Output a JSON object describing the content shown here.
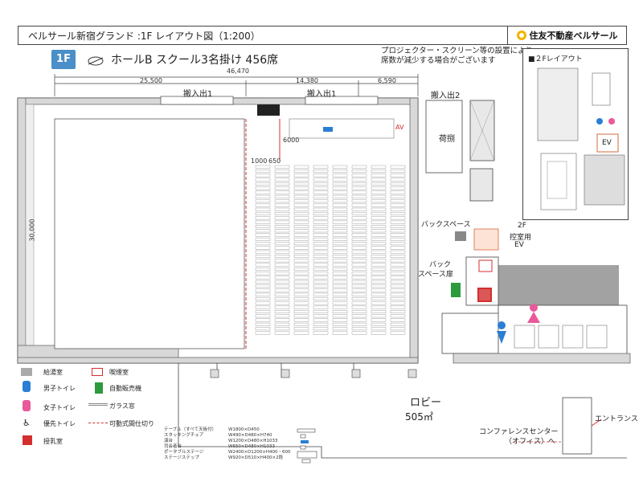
{
  "header": {
    "title": "ベルサール新宿グランド :1F レイアウト図（1:200）",
    "brand": "住友不動産ベルサール"
  },
  "plan": {
    "floor_badge": "1F",
    "hall_title": "ホールB スクール3名掛け 456席",
    "note_line1": "プロジェクター・スクリーン等の設置により",
    "note_line2": "席数が減少する場合がございます",
    "dims": {
      "total": "46,470",
      "seg1": "25,500",
      "seg2": "14,380",
      "seg3": "6,590",
      "height": "30,000",
      "d6000": "6000",
      "d1000": "1000",
      "d650": "650"
    },
    "labels": {
      "load1a": "搬入出1",
      "load1b": "搬入出1",
      "load2": "搬入出2",
      "storage": "荷捌",
      "back_space": "バックスペース",
      "back_door_1": "バック",
      "back_door_2": "スペース扉",
      "ev_1": "2F",
      "ev_2": "控室用",
      "ev_3": "EV",
      "lobby": "ロビー",
      "lobby_area": "505㎡",
      "entrance": "エントランス",
      "conf_1": "コンファレンスセンター",
      "conf_2": "（オフィス）へ",
      "av": "AV"
    }
  },
  "mini_plan": {
    "title": "■２Fレイアウト",
    "ev": "EV"
  },
  "legend": {
    "items": [
      {
        "icon": "kitchen-icon",
        "label": "給湯室"
      },
      {
        "icon": "smoking-icon",
        "label": "喫煙室"
      },
      {
        "icon": "mens-toilet-icon",
        "label": "男子トイレ"
      },
      {
        "icon": "vending-machine-icon",
        "label": "自動販売機"
      },
      {
        "icon": "womens-toilet-icon",
        "label": "女子トイレ"
      },
      {
        "icon": "glass-window-icon",
        "label": "ガラス窓"
      },
      {
        "icon": "accessible-toilet-icon",
        "label": "優先トイレ"
      },
      {
        "icon": "partition-icon",
        "label": "可動式間仕切り"
      },
      {
        "icon": "nursing-room-icon",
        "label": "授乳室"
      }
    ]
  },
  "specs": {
    "names": [
      "テーブル（すべて天板付）",
      "スタッキングチェア",
      "演台",
      "司会者台",
      "ポータブルステージ",
      "ステージステップ"
    ],
    "sizes": [
      "W1800×D450",
      "W490×D480×H740",
      "W1200×D480×H1033",
      "W650×D480×H1033",
      "W2400×D1200×H400・600",
      "W920×D510×H400×2段"
    ]
  },
  "colors": {
    "badge": "#4a8fc8",
    "partition": "#d32f2f",
    "mens": "#2a7fd4",
    "womens": "#e85a9a",
    "smoking": "#d32f2f",
    "vending": "#2e9a3e",
    "brand": "#f2b400"
  }
}
